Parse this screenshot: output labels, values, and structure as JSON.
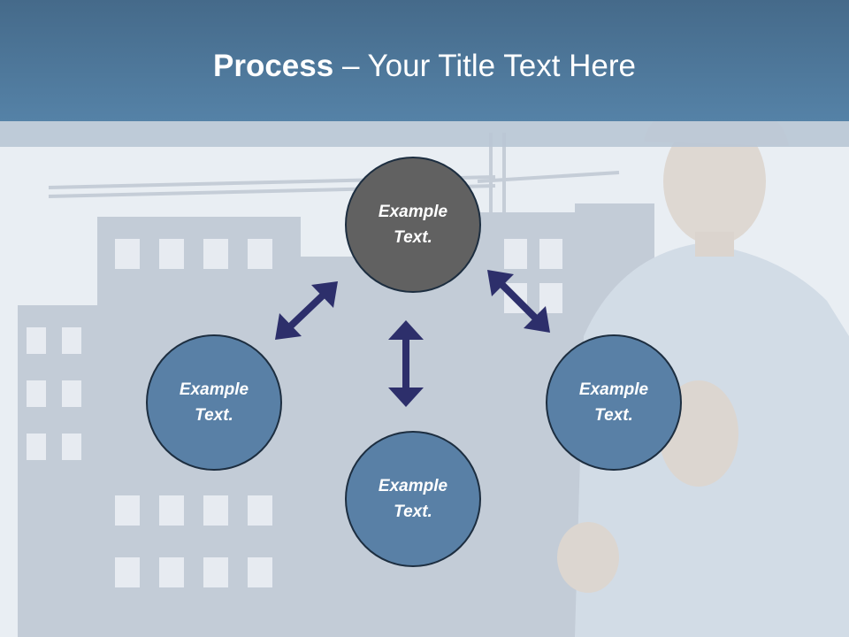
{
  "slide": {
    "title_bold": "Process",
    "title_rest": " – Your Title Text Here"
  },
  "diagram": {
    "center_node": "Example\nText.",
    "left_node": "Example\nText.",
    "right_node": "Example\nText.",
    "bottom_node": "Example\nText."
  },
  "colors": {
    "header": "#5582a7",
    "center_node": "#616161",
    "outer_nodes": "#5980a6",
    "arrows": "#2d2f6b"
  }
}
